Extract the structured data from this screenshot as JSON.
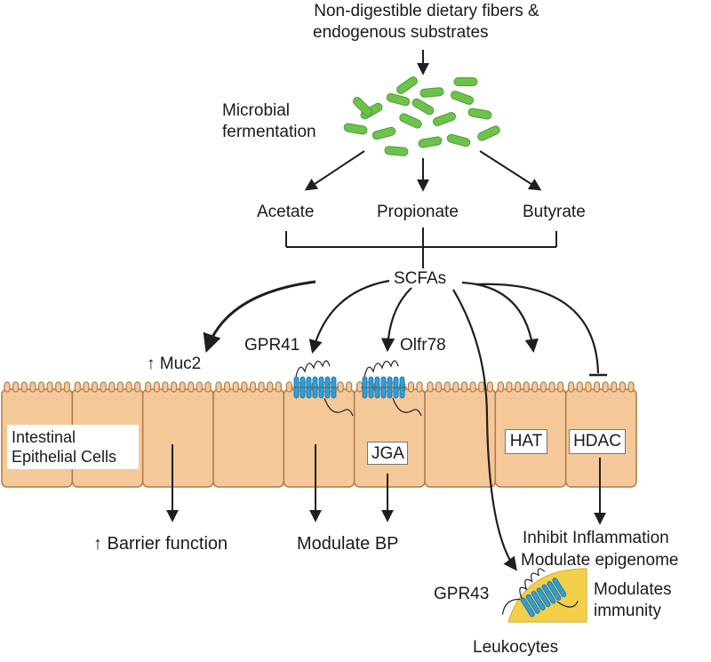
{
  "colors": {
    "bacteria": "#6dc24b",
    "bacteria_dark": "#4e9c33",
    "cell_fill": "#f5c89a",
    "cell_stroke": "#b07a45",
    "receptor": "#2f9fd8",
    "receptor_dark": "#1d6e9e",
    "membrane_patch": "#f3cf4a",
    "arrow": "#1f1f1f"
  },
  "icons": {
    "bacteria": "bacteria-cluster-icon",
    "receptor": "gpcr-receptor-icon"
  },
  "labels": {
    "source_line1": "Non-digestible dietary fibers &",
    "source_line2": "endogenous substrates",
    "fermentation_line1": "Microbial",
    "fermentation_line2": "fermentation",
    "acetate": "Acetate",
    "propionate": "Propionate",
    "butyrate": "Butyrate",
    "scfas": "SCFAs",
    "muc2": "↑ Muc2",
    "gpr41": "GPR41",
    "olfr78": "Olfr78",
    "epithelial_line1": "Intestinal",
    "epithelial_line2": "Epithelial Cells",
    "jga": "JGA",
    "hat": "HAT",
    "hdac": "HDAC",
    "barrier": "↑ Barrier function",
    "modulate_bp": "Modulate BP",
    "inhibit_inflammation": "Inhibit Inflammation",
    "modulate_epigenome": "Modulate epigenome",
    "gpr43": "GPR43",
    "modulates_line1": "Modulates",
    "modulates_line2": "immunity",
    "leukocytes": "Leukocytes"
  }
}
